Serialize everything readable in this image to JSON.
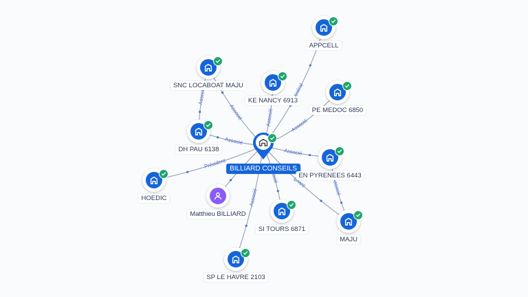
{
  "center": {
    "label": "BILLIARD CONSEILS",
    "icon": "building-icon"
  },
  "nodes": [
    {
      "id": "appcell",
      "label": "APPCELL",
      "kind": "company"
    },
    {
      "id": "snc-locaboat-maju",
      "label": "SNC LOCABOAT MAJU",
      "kind": "company"
    },
    {
      "id": "ke-nancy-6913",
      "label": "KE NANCY 6913",
      "kind": "company"
    },
    {
      "id": "pe-medoc-6850",
      "label": "PE MEDOC 6850",
      "kind": "company"
    },
    {
      "id": "dh-pau-6138",
      "label": "DH PAU 6138",
      "kind": "company"
    },
    {
      "id": "en-pyrenees-6443",
      "label": "EN PYRENEES 6443",
      "kind": "company"
    },
    {
      "id": "hoedic",
      "label": "HOEDIC",
      "kind": "company"
    },
    {
      "id": "matthieu-billiard",
      "label": "Matthieu BILLIARD",
      "kind": "person"
    },
    {
      "id": "si-tours-6871",
      "label": "SI TOURS 6871",
      "kind": "company"
    },
    {
      "id": "maju",
      "label": "MAJU",
      "kind": "company"
    },
    {
      "id": "sp-le-havre-2103",
      "label": "SP LE HAVRE 2103",
      "kind": "company"
    }
  ],
  "edges": [
    {
      "to": "appcell",
      "label": "eur général"
    },
    {
      "to": "snc-locaboat-maju",
      "label": "Associé"
    },
    {
      "to": "ke-nancy-6913",
      "label": "Associé"
    },
    {
      "to": "pe-medoc-6850",
      "label": "Associé"
    },
    {
      "to": "dh-pau-6138",
      "label": "Associé"
    },
    {
      "to": "en-pyrenees-6443",
      "label": "Associé"
    },
    {
      "to": "hoedic",
      "label": "Président"
    },
    {
      "to": "matthieu-billiard",
      "label": "Gé"
    },
    {
      "to": "si-tours-6871",
      "label": "Associé"
    },
    {
      "to": "maju",
      "label": "geant"
    },
    {
      "to": "sp-le-havre-2103",
      "label": "Associé"
    }
  ],
  "extra_edges": [
    {
      "from": "snc-locaboat-maju",
      "to": "dh-pau-6138",
      "label": "Associé"
    },
    {
      "from": "en-pyrenees-6443",
      "to": "maju",
      "label": "Associé"
    }
  ],
  "colors": {
    "primary": "#1565d8",
    "person": "#8a5cf5",
    "verified": "#1fa56b",
    "edge": "#8a96b0",
    "edge_label": "#4a6fd0"
  }
}
